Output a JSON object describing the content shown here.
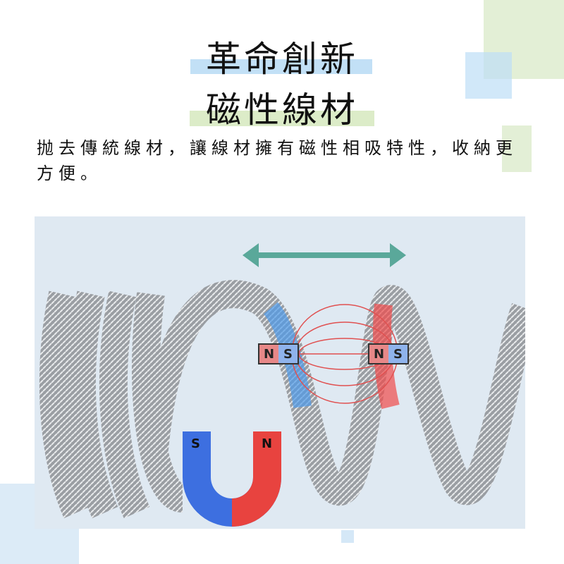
{
  "headline": {
    "line1": "革命創新",
    "line2": "磁性線材"
  },
  "description": "抛去傳統線材，讓線材擁有磁性相吸特性，收納更方便。",
  "diagram": {
    "magnet_left": {
      "north": "N",
      "south": "S"
    },
    "magnet_right": {
      "north": "N",
      "south": "S"
    },
    "u_magnet": {
      "south": "S",
      "north": "N"
    }
  },
  "colors": {
    "blue_accent": "#c2e0f6",
    "green_accent": "#dcecc8",
    "north": "#e8554f",
    "south": "#3f7fe0",
    "arrow": "#5aa89a"
  }
}
